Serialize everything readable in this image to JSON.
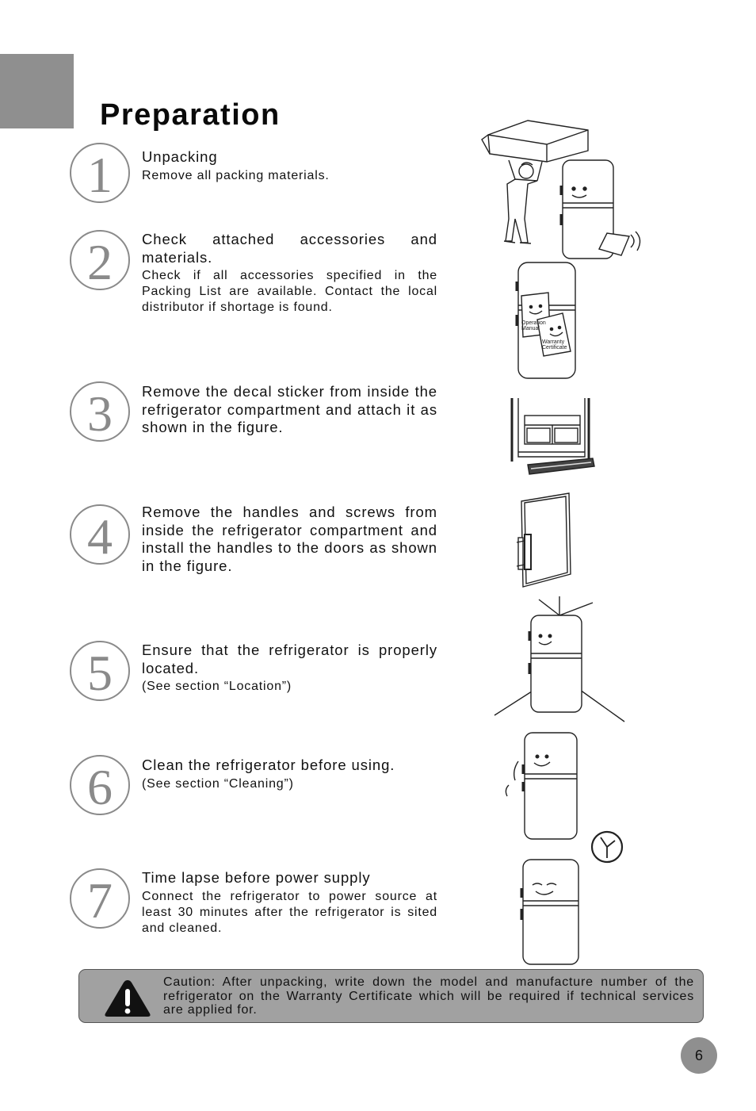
{
  "page": {
    "title": "Preparation",
    "page_number": "6"
  },
  "steps": [
    {
      "number": "1",
      "heading": "Unpacking",
      "description": "Remove all packing materials."
    },
    {
      "number": "2",
      "heading": "Check attached accessories and materials.",
      "description": "Check if all accessories specified in the Packing List are available. Contact the local distributor if shortage is found."
    },
    {
      "number": "3",
      "heading": "Remove the decal sticker from inside the refrigerator compartment and attach it as shown in the figure.",
      "description": ""
    },
    {
      "number": "4",
      "heading": "Remove the handles and screws from inside the refrigerator compartment and install the handles to the doors as shown in the figure.",
      "description": ""
    },
    {
      "number": "5",
      "heading": "Ensure that the refrigerator is properly located.",
      "description": "(See section “Location”)"
    },
    {
      "number": "6",
      "heading": "Clean the refrigerator before using.",
      "description": "(See section “Cleaning”)"
    },
    {
      "number": "7",
      "heading": "Time lapse before power supply",
      "description": "Connect the refrigerator to power source at least 30 minutes after the refrigerator is sited and cleaned."
    }
  ],
  "illustrations": {
    "accessories": {
      "manual_label_1": "Operation",
      "manual_label_2": "Manual",
      "warranty_label_1": "Warranty",
      "warranty_label_2": "Certificate"
    }
  },
  "caution": {
    "text": "Caution: After unpacking, write down the model and manufacture number of the refrigerator on the Warranty Certificate which will be required if technical services are applied for.",
    "icon": "warning-icon"
  },
  "colors": {
    "accent_gray": "#8f8f8f",
    "caution_bg": "#a1a1a1",
    "number_gray": "#8a8a8a"
  }
}
